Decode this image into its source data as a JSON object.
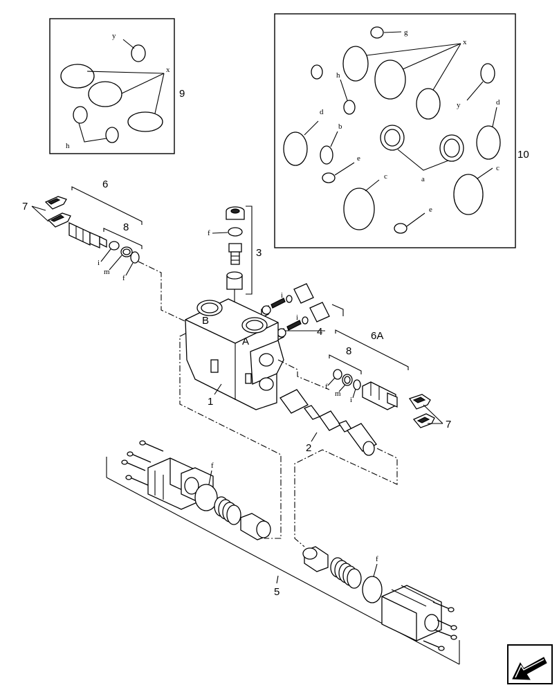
{
  "diagram": {
    "callouts": {
      "c1": "1",
      "c2": "2",
      "c3": "3",
      "c4": "4",
      "c5": "5",
      "c6": "6",
      "c6a": "6A",
      "c7_left": "7",
      "c7_right": "7",
      "c8_left": "8",
      "c8_right": "8",
      "c9": "9",
      "c10": "10"
    },
    "port_letters": {
      "port_b": "B",
      "port_a": "A"
    },
    "seal_kit_9": {
      "y": "y",
      "x": "x",
      "h": "h"
    },
    "seal_kit_10": {
      "g": "g",
      "x": "x",
      "h": "h",
      "y": "y",
      "d_left": "d",
      "d_right": "d",
      "b": "b",
      "e_top": "e",
      "e_bottom": "e",
      "c_left": "c",
      "c_right": "c",
      "a": "a"
    },
    "small_refs": {
      "f_plug": "f",
      "i_left": "i",
      "m_left": "m",
      "f_left": "f",
      "i_det1": "i",
      "i_det2": "i",
      "f_right": "f",
      "m_right": "m",
      "i_right": "i",
      "f_cap_left": "f",
      "f_cap_right": "f"
    }
  },
  "nav": {
    "icon": "arrow-back-icon"
  }
}
